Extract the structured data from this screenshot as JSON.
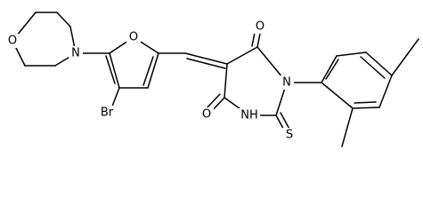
{
  "molecule": {
    "atoms": [
      {
        "id": "O_morph",
        "text": "O"
      },
      {
        "id": "N_morph",
        "text": "N"
      },
      {
        "id": "O_furan",
        "text": "O"
      },
      {
        "id": "Br",
        "text": "Br"
      },
      {
        "id": "O_top",
        "text": "O"
      },
      {
        "id": "N1",
        "text": "N"
      },
      {
        "id": "O_left",
        "text": "O"
      },
      {
        "id": "NH",
        "text": "NH"
      },
      {
        "id": "S",
        "text": "S"
      }
    ]
  }
}
